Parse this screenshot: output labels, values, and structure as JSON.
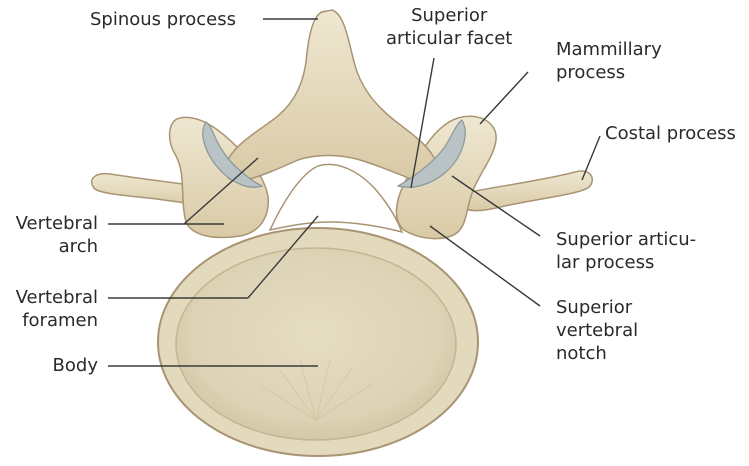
{
  "diagram": {
    "labels": {
      "spinous_process": [
        "Spinous process"
      ],
      "superior_articular_facet": [
        "Superior",
        "articular facet"
      ],
      "mammillary_process": [
        "Mammillary",
        "process"
      ],
      "costal_process": [
        "Costal process"
      ],
      "vertebral_arch": [
        "Vertebral",
        "arch"
      ],
      "superior_articular_process": [
        "Superior articu-",
        "lar process"
      ],
      "vertebral_foramen": [
        "Vertebral",
        "foramen"
      ],
      "superior_vertebral_notch": [
        "Superior",
        "vertebral",
        "notch"
      ],
      "body": [
        "Body"
      ]
    },
    "colors": {
      "bone": "#e9dfc4",
      "bone_shadow": "#c9b894",
      "bone_outline": "#a89472",
      "cartilage": "#b9c3c6",
      "body_surface": "#dfd6ba",
      "leader": "#3a3a3a"
    }
  }
}
